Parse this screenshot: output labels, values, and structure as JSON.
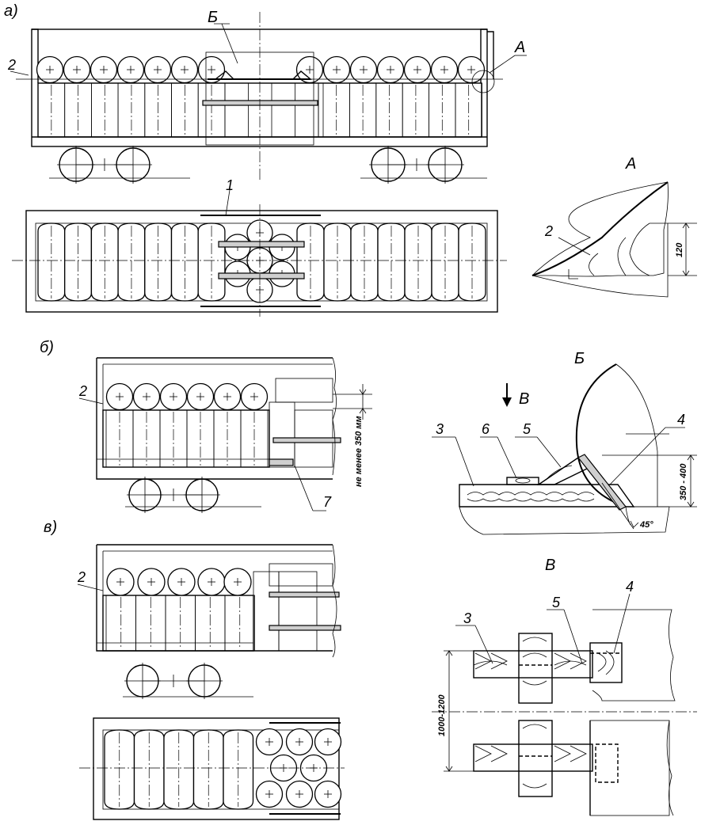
{
  "labels": {
    "view_a": "а)",
    "view_b": "б)",
    "view_v": "в)",
    "detail_a_callout": "А",
    "detail_b_callout": "Б",
    "detail_a_title": "А",
    "detail_b_title": "Б",
    "detail_v_title": "В",
    "arrow_v": "В"
  },
  "numbers": {
    "n1": "1",
    "n2": "2",
    "n3": "3",
    "n4": "4",
    "n5": "5",
    "n6": "6",
    "n7": "7"
  },
  "dimensions": {
    "detail_a_height": "120",
    "detail_b_height": "350 - 400",
    "detail_b_angle": "45°",
    "view_b_min_gap": "не менее 350 мм",
    "detail_v_width": "1000-1200"
  }
}
